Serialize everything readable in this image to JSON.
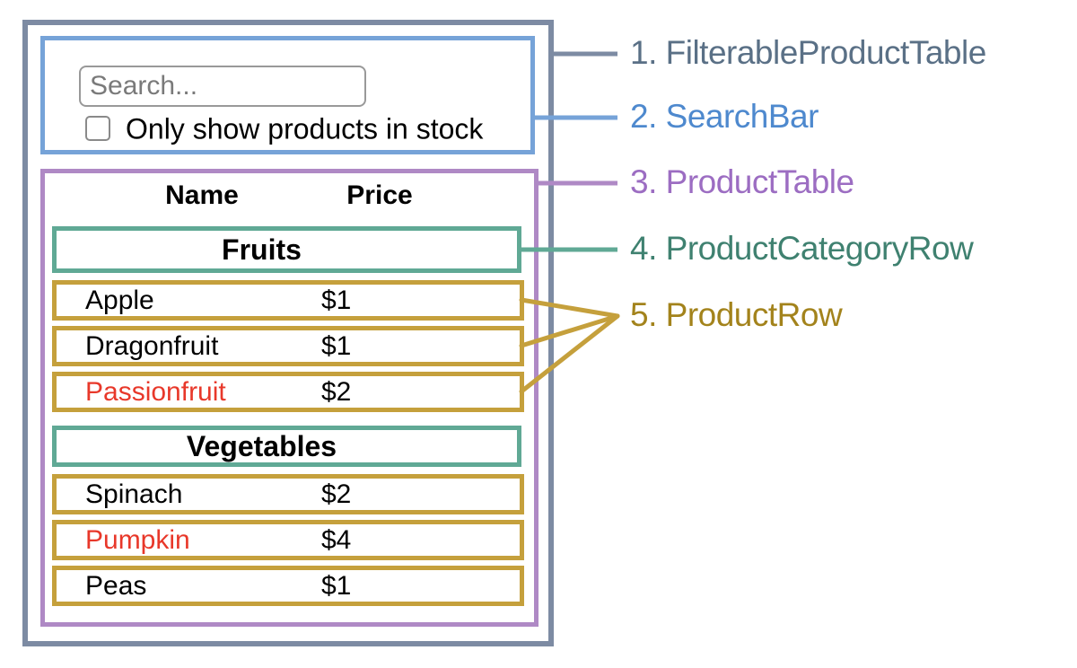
{
  "search_bar": {
    "input_placeholder": "Search...",
    "input_value": "",
    "checkbox_label": "Only show products in stock",
    "checkbox_checked": false
  },
  "product_table": {
    "headers": {
      "name": "Name",
      "price": "Price"
    },
    "sections": [
      {
        "category": "Fruits",
        "rows": [
          {
            "name": "Apple",
            "price": "$1",
            "out_of_stock": false,
            "name_color": "#000000"
          },
          {
            "name": "Dragonfruit",
            "price": "$1",
            "out_of_stock": false,
            "name_color": "#000000"
          },
          {
            "name": "Passionfruit",
            "price": "$2",
            "out_of_stock": true,
            "name_color": "#e8382a"
          }
        ]
      },
      {
        "category": "Vegetables",
        "rows": [
          {
            "name": "Spinach",
            "price": "$2",
            "out_of_stock": false,
            "name_color": "#000000"
          },
          {
            "name": "Pumpkin",
            "price": "$4",
            "out_of_stock": true,
            "name_color": "#e8382a"
          },
          {
            "name": "Peas",
            "price": "$1",
            "out_of_stock": false,
            "name_color": "#000000"
          }
        ]
      }
    ]
  },
  "legend": {
    "items": [
      {
        "label": "1. FilterableProductTable",
        "color": "#5a7086"
      },
      {
        "label": "2. SearchBar",
        "color": "#4e89ce"
      },
      {
        "label": "3. ProductTable",
        "color": "#9c6dc2"
      },
      {
        "label": "4. ProductCategoryRow",
        "color": "#3f8170"
      },
      {
        "label": "5. ProductRow",
        "color": "#a3831c"
      }
    ]
  },
  "colors": {
    "filterable_border": "#7d8ba3",
    "searchbar_border": "#76a3d8",
    "table_border": "#af89c5",
    "category_border": "#60a995",
    "row_border": "#c5a03c",
    "out_of_stock_text": "#e8382a"
  }
}
